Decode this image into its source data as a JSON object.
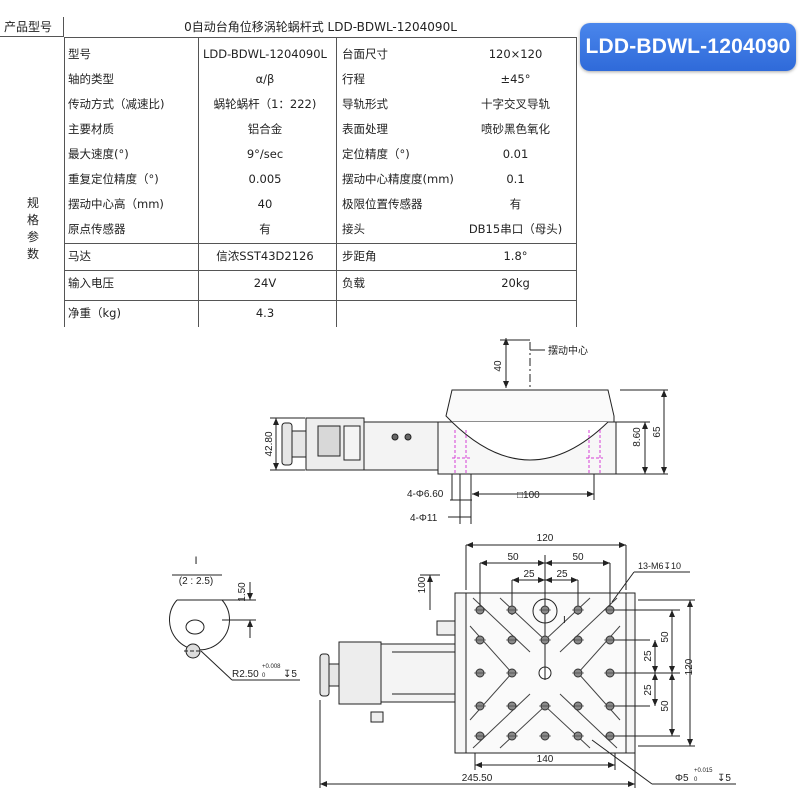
{
  "header": {
    "label": "产品型号",
    "title": "0自动台角位移涡轮蜗杆式 LDD-BDWL-1204090L",
    "side_label": "规格参数"
  },
  "badge": "LDD-BDWL-1204090",
  "specs": [
    {
      "k1": "型号",
      "v1": "LDD-BDWL-1204090L",
      "k2": "台面尺寸",
      "v2": "120×120"
    },
    {
      "k1": "轴的类型",
      "v1": "α/β",
      "k2": "行程",
      "v2": "±45°"
    },
    {
      "k1": "传动方式（减速比)",
      "v1": "蜗轮蜗杆（1：222)",
      "k2": "导轨形式",
      "v2": "十字交叉导轨"
    },
    {
      "k1": "主要材质",
      "v1": "铝合金",
      "k2": "表面处理",
      "v2": "喷砂黑色氧化"
    },
    {
      "k1": "最大速度(°)",
      "v1": "9°/sec",
      "k2": "定位精度（°)",
      "v2": "0.01"
    },
    {
      "k1": "重复定位精度（°)",
      "v1": "0.005",
      "k2": "摆动中心精度度(mm)",
      "v2": "0.1"
    },
    {
      "k1": "摆动中心高（mm)",
      "v1": "40",
      "k2": "极限位置传感器",
      "v2": "有"
    },
    {
      "k1": "原点传感器",
      "v1": "有",
      "k2": "接头",
      "v2": "DB15串口（母头)"
    },
    {
      "k1": "马达",
      "v1": "信浓SST43D2126",
      "k2": "步距角",
      "v2": "1.8°"
    },
    {
      "k1": "输入电压",
      "v1": "24V",
      "k2": "负载",
      "v2": "20kg"
    },
    {
      "k1": "净重（kg)",
      "v1": "4.3",
      "k2": "",
      "v2": ""
    }
  ],
  "drawing": {
    "front": {
      "center_label": "摆动中心",
      "dim_height_center": "40",
      "dim_motor_h": "42.80",
      "dim_table_h": "8.60",
      "dim_total_h": "65",
      "dim_hole_a": "4-Φ6.60",
      "dim_hole_b": "4-Φ11",
      "dim_square": "□100"
    },
    "detail": {
      "label": "I",
      "scale": "(2 : 2.5)",
      "dim_150": "1.50",
      "dim_r": "R2.50",
      "tol_plus": "+0.008",
      "tol_zero": "0",
      "depth": "↧5"
    },
    "top": {
      "dim_120_top": "120",
      "dim_50_left": "50",
      "dim_50_right": "50",
      "dim_25_left": "25",
      "dim_25_right": "25",
      "dim_100": "100",
      "thread": "13-M6↧10",
      "detail_mark": "I",
      "dim_50_r1": "50",
      "dim_25_r1": "25",
      "dim_120_right": "120",
      "dim_25_r2": "25",
      "dim_50_r2": "50",
      "dim_140": "140",
      "dim_245": "245.50",
      "pin_dia": "Φ5",
      "pin_tol_plus": "+0.015",
      "pin_tol_zero": "0",
      "pin_depth": "↧5"
    }
  }
}
